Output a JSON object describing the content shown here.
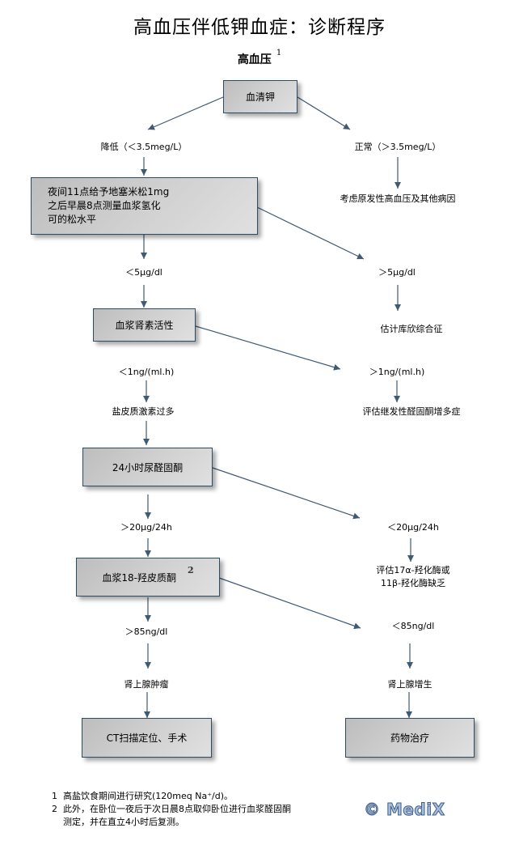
{
  "title": "高血压伴低钾血症：诊断程序",
  "root": {
    "label": "高血压",
    "footnote_ref": "1"
  },
  "nodes": {
    "serum_potassium": "血清钾",
    "dexamethasone": "夜间11点给予地塞米松1mg\n之后早晨8点测量血浆氢化\n可的松水平",
    "renin": "血浆肾素活性",
    "urine_aldosterone": "24小时尿醛固酮",
    "hydroxycorticosterone": "血浆18-羟皮质酮",
    "hydroxycorticosterone_ref": "2",
    "ct_surgery": "CT扫描定位、手术",
    "drug_therapy": "药物治疗"
  },
  "labels": {
    "low_k": "降低（＜3.5meg/L）",
    "normal_k": "正常（＞3.5meg/L）",
    "consider_primary": "考虑原发性高血压及其他病因",
    "cortisol_low": "＜5μg/dl",
    "cortisol_high": "＞5μg/dl",
    "cushing": "估计库欣综合征",
    "renin_low": "＜1ng/(ml.h)",
    "renin_high": "＞1ng/(ml.h)",
    "mineralocorticoid_excess": "盐皮质激素过多",
    "secondary_aldo": "评估继发性醛固酮增多症",
    "aldo_high": "＞20μg/24h",
    "aldo_low": "＜20μg/24h",
    "enzyme_def_line1": "评估17α-羟化酶或",
    "enzyme_def_line2": "11β-羟化酶缺乏",
    "hoc_high": "＞85ng/dl",
    "hoc_low": "＜85ng/dl",
    "adenoma": "肾上腺肿瘤",
    "hyperplasia": "肾上腺增生"
  },
  "footnotes": [
    {
      "num": "1",
      "text": "高盐饮食期间进行研究(120meq Na⁺/d)。"
    },
    {
      "num": "2",
      "text": "此外，在卧位一夜后于次日晨8点取仰卧位进行血浆醛固酮"
    },
    {
      "num": "",
      "text": "测定，并在直立4小时后复测。"
    }
  ],
  "logo": "© MediX",
  "colors": {
    "arrow": "#3f5a73",
    "box_border": "#2f4a63",
    "logo": "#a8bdd8"
  }
}
